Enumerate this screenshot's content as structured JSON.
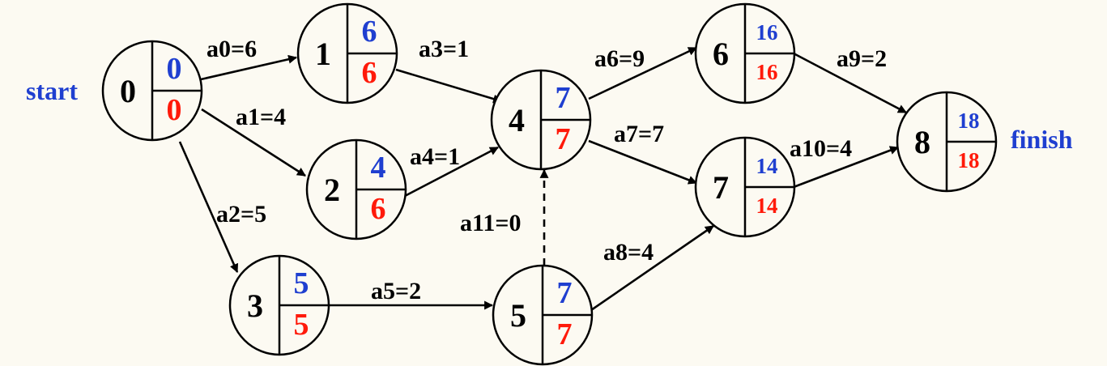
{
  "labels": {
    "start": "start",
    "finish": "finish"
  },
  "colors": {
    "early": "#1f3fd0",
    "late": "#ff1a0a",
    "background": "#fcfaf2"
  },
  "nodes": [
    {
      "id": "0",
      "early": "0",
      "late": "0"
    },
    {
      "id": "1",
      "early": "6",
      "late": "6"
    },
    {
      "id": "2",
      "early": "4",
      "late": "6"
    },
    {
      "id": "3",
      "early": "5",
      "late": "5"
    },
    {
      "id": "4",
      "early": "7",
      "late": "7"
    },
    {
      "id": "5",
      "early": "7",
      "late": "7"
    },
    {
      "id": "6",
      "early": "16",
      "late": "16"
    },
    {
      "id": "7",
      "early": "14",
      "late": "14"
    },
    {
      "id": "8",
      "early": "18",
      "late": "18"
    }
  ],
  "edges": [
    {
      "label": "a0=6",
      "from": "0",
      "to": "1",
      "dashed": false
    },
    {
      "label": "a1=4",
      "from": "0",
      "to": "2",
      "dashed": false
    },
    {
      "label": "a2=5",
      "from": "0",
      "to": "3",
      "dashed": false
    },
    {
      "label": "a3=1",
      "from": "1",
      "to": "4",
      "dashed": false
    },
    {
      "label": "a4=1",
      "from": "2",
      "to": "4",
      "dashed": false
    },
    {
      "label": "a5=2",
      "from": "3",
      "to": "5",
      "dashed": false
    },
    {
      "label": "a6=9",
      "from": "4",
      "to": "6",
      "dashed": false
    },
    {
      "label": "a7=7",
      "from": "4",
      "to": "7",
      "dashed": false
    },
    {
      "label": "a8=4",
      "from": "5",
      "to": "7",
      "dashed": false
    },
    {
      "label": "a9=2",
      "from": "6",
      "to": "8",
      "dashed": false
    },
    {
      "label": "a10=4",
      "from": "7",
      "to": "8",
      "dashed": false
    },
    {
      "label": "a11=0",
      "from": "5",
      "to": "4",
      "dashed": true
    }
  ]
}
